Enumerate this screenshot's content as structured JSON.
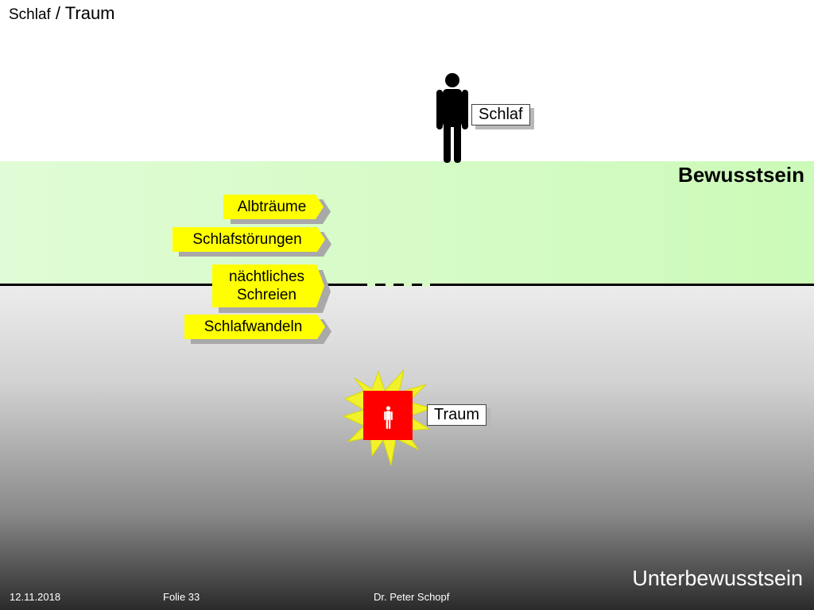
{
  "slide": {
    "title_part1": "Schlaf",
    "title_sep": " / ",
    "title_part2": "Traum"
  },
  "labels": {
    "schlaf": "Schlaf",
    "traum": "Traum",
    "bewusstsein": "Bewusstsein",
    "unterbewusstsein": "Unterbewusstsein"
  },
  "tags": [
    {
      "text": "Albträume"
    },
    {
      "text": "Schlafstörungen"
    },
    {
      "line1": "nächtliches",
      "line2": "Schreien"
    },
    {
      "text": "Schlafwandeln"
    }
  ],
  "footer": {
    "date": "12.11.2018",
    "slide_number": "Folie 33",
    "author": "Dr. Peter Schopf"
  },
  "colors": {
    "conscious_band": "#ccfab8",
    "tag_fill": "#ffff00",
    "dream_box": "#ff0000",
    "burst": "#f2f22a"
  },
  "icons": [
    "person-icon",
    "dreaming-person-icon",
    "burst-icon"
  ]
}
